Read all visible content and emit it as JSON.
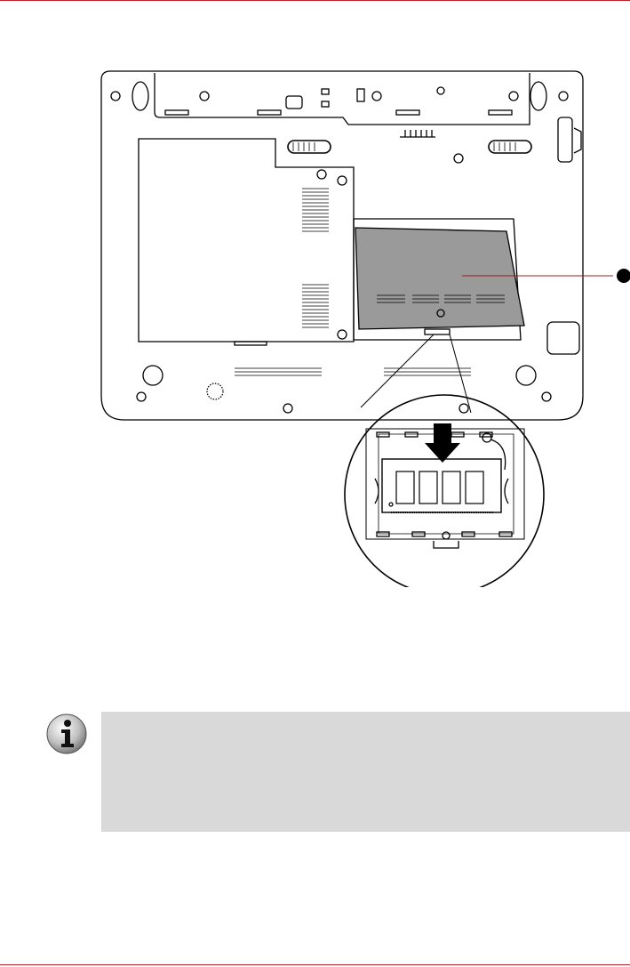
{
  "page": {
    "rule_color": "#c0202a",
    "accent_dark": "#9b1c22"
  },
  "figure": {
    "callout_marker_color": "#000000",
    "icons": [
      "laptop-bottom-view",
      "memory-module-zoom",
      "insert-arrow"
    ]
  },
  "note": {
    "icon": "info-icon",
    "background": "#d9d9d9",
    "text": ""
  }
}
